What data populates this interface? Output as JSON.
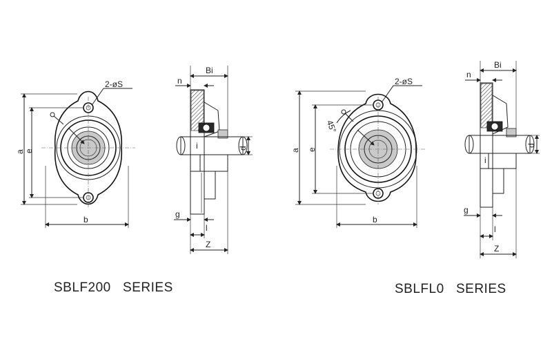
{
  "left_drawing": {
    "hole_callout": "2-øS",
    "dim_a": "a",
    "dim_e": "e",
    "dim_b": "b",
    "dim_Bi": "Bi",
    "dim_n": "n",
    "dim_d": "d",
    "dim_i": "i",
    "dim_g": "g",
    "dim_l": "l",
    "dim_Z": "Z",
    "series_title": "SBLF200   SERIES"
  },
  "right_drawing": {
    "hole_callout": "2-øS",
    "angle_label": "45°",
    "dim_a": "a",
    "dim_e": "e",
    "dim_b": "b",
    "dim_Bi": "Bi",
    "dim_n": "n",
    "dim_d": "d",
    "dim_i": "i",
    "dim_g": "g",
    "dim_l": "l",
    "dim_Z": "Z",
    "series_title": "SBLFL0   SERIES"
  },
  "colors": {
    "line": "#1f1f1f",
    "background": "#ffffff"
  }
}
